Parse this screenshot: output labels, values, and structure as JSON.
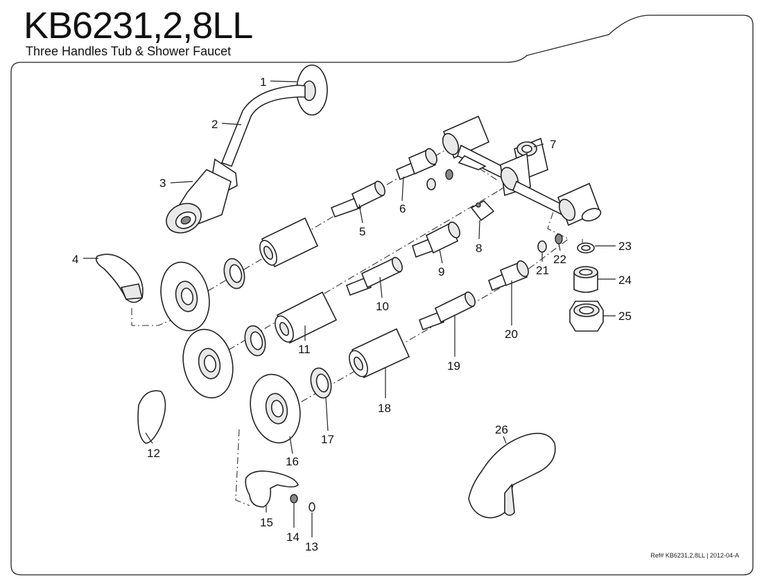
{
  "header": {
    "model": "KB6231,2,8LL",
    "subtitle": "Three Handles Tub & Shower Faucet"
  },
  "footer": {
    "reference": "Ref# KB6231,2,8LL | 2012-04-A"
  },
  "callouts": [
    "1",
    "2",
    "3",
    "4",
    "5",
    "6",
    "7",
    "8",
    "9",
    "10",
    "11",
    "12",
    "13",
    "14",
    "15",
    "16",
    "17",
    "18",
    "19",
    "20",
    "21",
    "22",
    "23",
    "24",
    "25",
    "26"
  ]
}
